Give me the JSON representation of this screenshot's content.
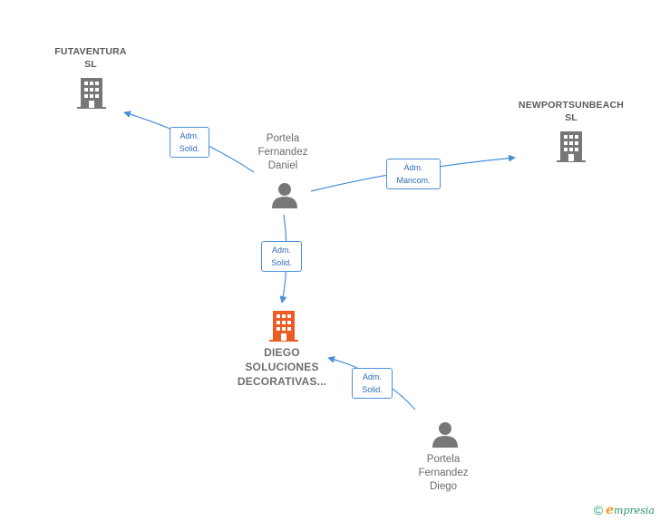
{
  "colors": {
    "company": "#777777",
    "company_focus": "#ee5a24",
    "person": "#777777",
    "edge": "#4a90d9",
    "footer_green": "#2a8f6a",
    "footer_orange": "#f39a1f"
  },
  "nodes": {
    "futaventura": {
      "line1": "FUTAVENTURA",
      "line2": "SL",
      "icon": "building-icon"
    },
    "newport": {
      "line1": "NEWPORTSUNBEACH",
      "line2": "SL",
      "icon": "building-icon"
    },
    "diego_sol": {
      "line1": "DIEGO",
      "line2": "SOLUCIONES",
      "line3": "DECORATIVAS...",
      "icon": "building-icon"
    },
    "daniel": {
      "line1": "Portela",
      "line2": "Fernandez",
      "line3": "Daniel",
      "icon": "person-icon"
    },
    "diego": {
      "line1": "Portela",
      "line2": "Fernandez",
      "line3": "Diego",
      "icon": "person-icon"
    }
  },
  "edges": {
    "daniel_futa": {
      "line1": "Adm.",
      "line2": "Solid."
    },
    "daniel_newport": {
      "line1": "Adm.",
      "line2": "Mancom."
    },
    "daniel_diegosol": {
      "line1": "Adm.",
      "line2": "Solid."
    },
    "diego_diegosol": {
      "line1": "Adm.",
      "line2": "Solid."
    }
  },
  "footer": {
    "copyright": "©",
    "brand_first": "e",
    "brand_rest": "mpresia"
  }
}
